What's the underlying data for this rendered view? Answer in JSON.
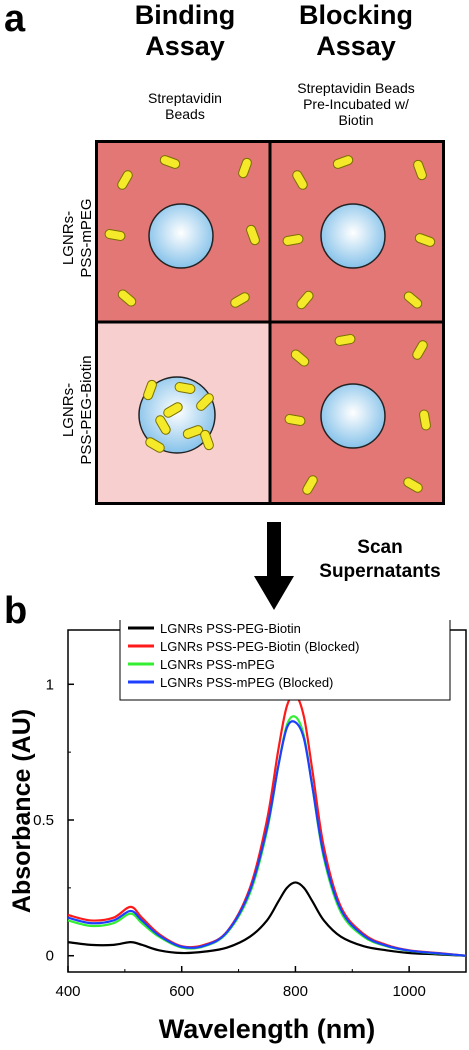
{
  "panel_a": {
    "letter": "a",
    "columns": [
      {
        "heading": "Binding\nAssay",
        "subheading": "Streptavidin\nBeads"
      },
      {
        "heading": "Blocking\nAssay",
        "subheading": "Streptavidin Beads\nPre-Incubated w/\nBiotin"
      }
    ],
    "rows": [
      {
        "label": "LGNRs-\nPSS-mPEG"
      },
      {
        "label": "LGNRs-\nPSS-PEG-Biotin"
      }
    ],
    "arrow_label": "Scan\nSupernatants",
    "colors": {
      "solution": "#e27775",
      "cleared_solution": "#f7cfcf",
      "bead_center": "#ffffff",
      "bead_edge": "#86c2ea",
      "rod": "#f4ea2a",
      "rod_outline": "#7a6f00"
    }
  },
  "panel_b": {
    "letter": "b",
    "chart_data": {
      "type": "line",
      "xlabel": "Wavelength (nm)",
      "ylabel": "Absorbance (AU)",
      "xlim": [
        400,
        1100
      ],
      "ylim": [
        -0.06,
        1.2
      ],
      "xticks": [
        400,
        600,
        800,
        1000
      ],
      "yticks": [
        0,
        0.5,
        1
      ],
      "xtick_labels": [
        "400",
        "600",
        "800",
        "1000"
      ],
      "ytick_labels": [
        "0",
        "0.5",
        "1"
      ],
      "grid": false,
      "legend": "top-inside",
      "series": [
        {
          "name": "LGNRs PSS-PEG-Biotin",
          "color": "#000000",
          "x": [
            400,
            440,
            480,
            510,
            530,
            560,
            600,
            640,
            680,
            720,
            750,
            770,
            785,
            800,
            815,
            830,
            850,
            880,
            920,
            960,
            1000,
            1050,
            1100
          ],
          "y": [
            0.05,
            0.04,
            0.04,
            0.05,
            0.04,
            0.02,
            0.01,
            0.015,
            0.03,
            0.07,
            0.13,
            0.2,
            0.25,
            0.27,
            0.25,
            0.2,
            0.13,
            0.07,
            0.035,
            0.02,
            0.01,
            0.005,
            0.0
          ]
        },
        {
          "name": "LGNRs PSS-PEG-Biotin (Blocked)",
          "color": "#ff1a1a",
          "x": [
            400,
            440,
            480,
            510,
            530,
            560,
            600,
            640,
            680,
            720,
            750,
            770,
            785,
            800,
            815,
            830,
            850,
            880,
            920,
            960,
            1000,
            1050,
            1100
          ],
          "y": [
            0.15,
            0.13,
            0.14,
            0.18,
            0.14,
            0.08,
            0.035,
            0.04,
            0.09,
            0.25,
            0.5,
            0.76,
            0.92,
            0.96,
            0.88,
            0.68,
            0.4,
            0.18,
            0.08,
            0.04,
            0.02,
            0.01,
            0.0
          ]
        },
        {
          "name": "LGNRs PSS-mPEG",
          "color": "#33ee33",
          "x": [
            400,
            440,
            480,
            510,
            530,
            560,
            600,
            640,
            680,
            720,
            750,
            770,
            785,
            800,
            815,
            830,
            850,
            880,
            920,
            960,
            1000,
            1050,
            1100
          ],
          "y": [
            0.13,
            0.11,
            0.12,
            0.155,
            0.12,
            0.07,
            0.03,
            0.035,
            0.085,
            0.23,
            0.46,
            0.7,
            0.85,
            0.88,
            0.81,
            0.62,
            0.36,
            0.16,
            0.07,
            0.035,
            0.018,
            0.008,
            0.0
          ]
        },
        {
          "name": "LGNRs PSS-mPEG (Blocked)",
          "color": "#1f3fff",
          "x": [
            400,
            440,
            480,
            510,
            530,
            560,
            600,
            640,
            680,
            720,
            750,
            770,
            785,
            800,
            815,
            830,
            850,
            880,
            920,
            960,
            1000,
            1050,
            1100
          ],
          "y": [
            0.14,
            0.12,
            0.13,
            0.165,
            0.13,
            0.075,
            0.033,
            0.037,
            0.088,
            0.24,
            0.47,
            0.7,
            0.84,
            0.86,
            0.8,
            0.62,
            0.37,
            0.17,
            0.075,
            0.037,
            0.019,
            0.009,
            0.0
          ]
        }
      ]
    }
  }
}
